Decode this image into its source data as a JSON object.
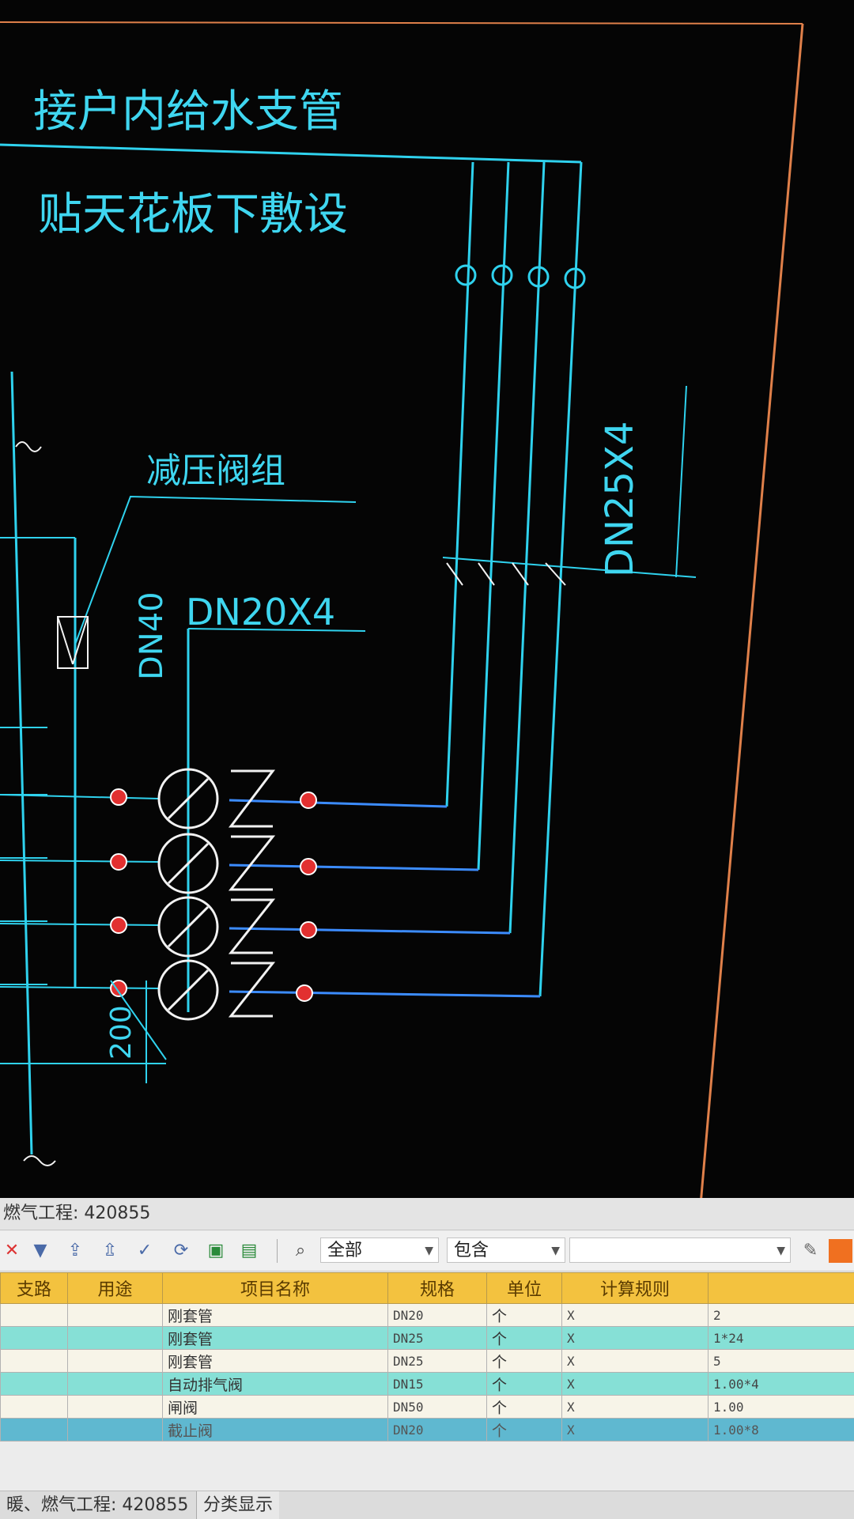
{
  "drawing": {
    "title_line1": "接户内给水支管",
    "title_line2": "贴天花板下敷设",
    "label_valve_group": "减压阀组",
    "label_dn20x4": "DN20X4",
    "label_dn40": "DN40",
    "label_dn25x4": "DN25X4",
    "label_200": "200"
  },
  "project_bar": {
    "text": "燃气工程: 420855"
  },
  "toolbar": {
    "filter_value": "全部",
    "match_value": "包含"
  },
  "grid": {
    "columns": [
      "支路",
      "用途",
      "项目名称",
      "规格",
      "单位",
      "计算规则",
      ""
    ],
    "rows": [
      {
        "branch": "",
        "use": "",
        "name": "刚套管",
        "spec": "DN20",
        "unit": "个",
        "rule": "X",
        "qty": "2"
      },
      {
        "branch": "",
        "use": "",
        "name": "刚套管",
        "spec": "DN25",
        "unit": "个",
        "rule": "X",
        "qty": "1*24"
      },
      {
        "branch": "",
        "use": "",
        "name": "刚套管",
        "spec": "DN25",
        "unit": "个",
        "rule": "X",
        "qty": "5"
      },
      {
        "branch": "",
        "use": "",
        "name": "自动排气阀",
        "spec": "DN15",
        "unit": "个",
        "rule": "X",
        "qty": "1.00*4"
      },
      {
        "branch": "",
        "use": "",
        "name": "闸阀",
        "spec": "DN50",
        "unit": "个",
        "rule": "X",
        "qty": "1.00"
      },
      {
        "branch": "",
        "use": "",
        "name": "截止阀",
        "spec": "DN20",
        "unit": "个",
        "rule": "X",
        "qty": "1.00*8"
      }
    ]
  },
  "status_bar": {
    "tab1": "暖、燃气工程: 420855",
    "tab2": "分类显示"
  }
}
